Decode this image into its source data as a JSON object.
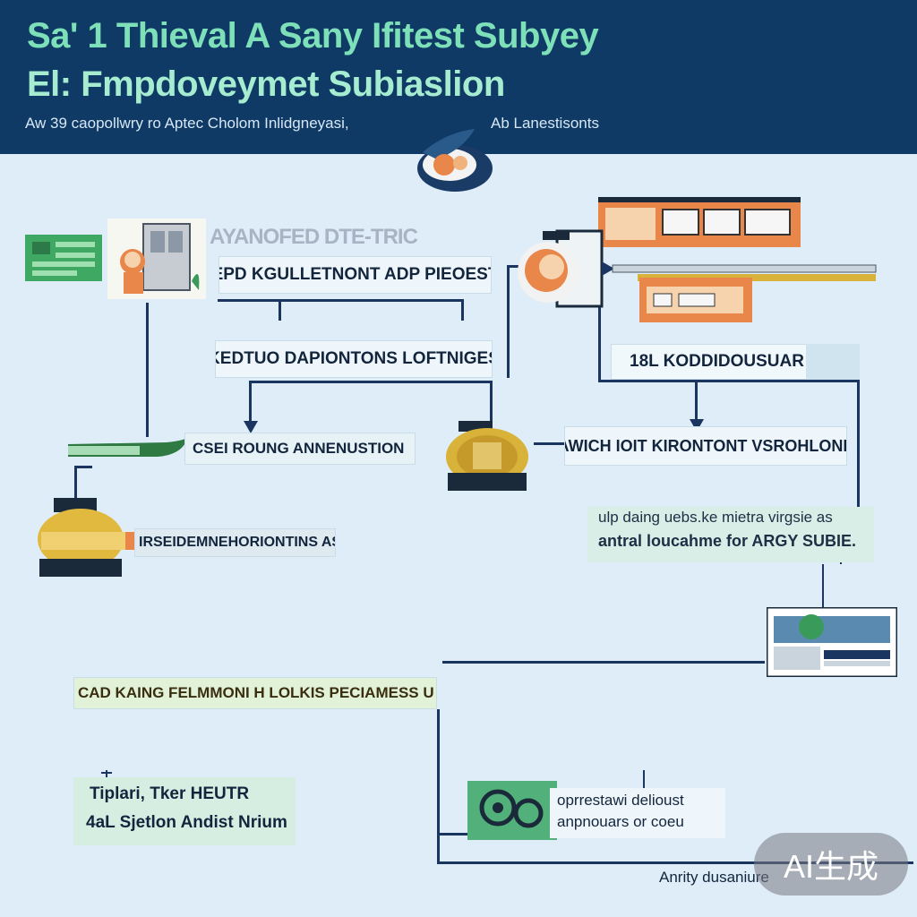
{
  "header": {
    "title_line1": "Sa' 1 Thieval   A Sany Ifitest Subyey",
    "title_line2": "El:  Fmpdoveymet  Subiaslion",
    "subtitle_left": "Aw 39 caopollwry ro Aptec Cholom Inlidgneyasi,",
    "subtitle_right": "Ab Lanestisonts"
  },
  "labels": {
    "faded_heading": "AYANOFED DTE-TRIC",
    "box1": "EPD KGULLETNONT ADP PIEOEST",
    "box2": "KEDTUO DAPIONTONS LOFTNIGES",
    "box3": "CSEI ROUNG ANNENUSTION",
    "box4": "IRSEIDEMNEHORIONTINS AS",
    "box5": "AWICH IOIT KIRONTONT VSROHLONE",
    "box6": "18L KODDIDOUSUAR",
    "note_line1": "ulp daing uebs.ke mietra virgsie as",
    "note_line2": "antral loucahme for ARGY SUBIE.",
    "box7": "CAD KAING FELMMONI H LOLKIS PECIAMESS U",
    "box8_line1": "Tiplari, Tker HEUTR",
    "box8_line2": "4aL Sjetlon Andist Nrium",
    "box9_line1": "oprrestawi delioust",
    "box9_line2": "anpnouars or coeu",
    "footer_label": "Anrity dusaniure",
    "badge": "AI生成"
  },
  "colors": {
    "header_bg": "#0f3a66",
    "background": "#deedf8",
    "connector": "#1a3560",
    "accent_green": "#3a9a5a",
    "accent_orange": "#e9874a",
    "accent_gold": "#d9b23a"
  },
  "icons": [
    "bird-logo-icon",
    "circuit-board-icon",
    "person-monitor-icon",
    "leaf-banner-icon",
    "gold-coin-icon",
    "gold-badge-icon",
    "person-head-icon",
    "orange-panel-icon",
    "ruler-icon",
    "server-machine-icon",
    "gears-icon"
  ]
}
